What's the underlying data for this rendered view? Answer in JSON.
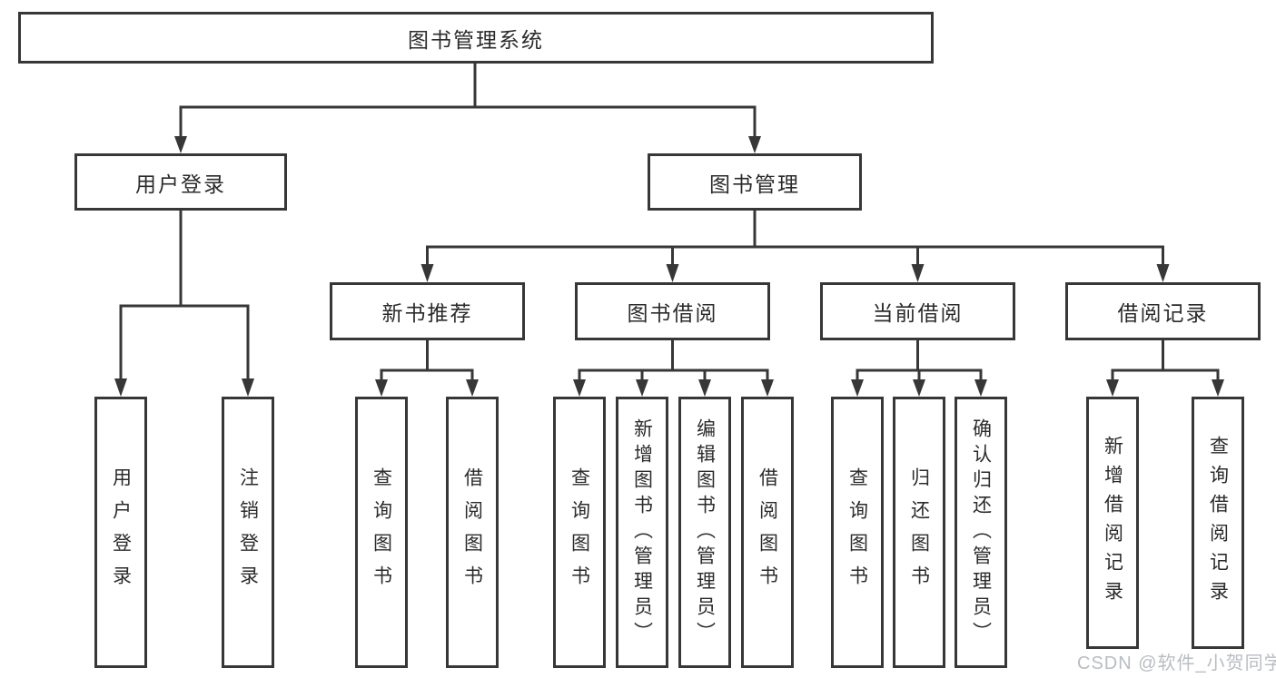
{
  "colors": {
    "line": "#373737",
    "text": "#2b2b2b",
    "background": "#ffffff",
    "watermark": "#b9bcc1"
  },
  "nodes": {
    "root": "图书管理系统",
    "level2": [
      "用户登录",
      "图书管理"
    ],
    "level3": [
      "新书推荐",
      "图书借阅",
      "当前借阅",
      "借阅记录"
    ],
    "group1": [
      "用户登录",
      "注销登录"
    ],
    "group2": [
      "查询图书",
      "借阅图书"
    ],
    "group3": [
      "查询图书",
      "新增图书（管理员）",
      "编辑图书（管理员）",
      "借阅图书"
    ],
    "group4": [
      "查询图书",
      "归还图书",
      "确认归还（管理员）"
    ],
    "group5": [
      "新增借阅记录",
      "查询借阅记录"
    ]
  },
  "watermark": {
    "text": "CSDN @软件_小贺同学"
  }
}
